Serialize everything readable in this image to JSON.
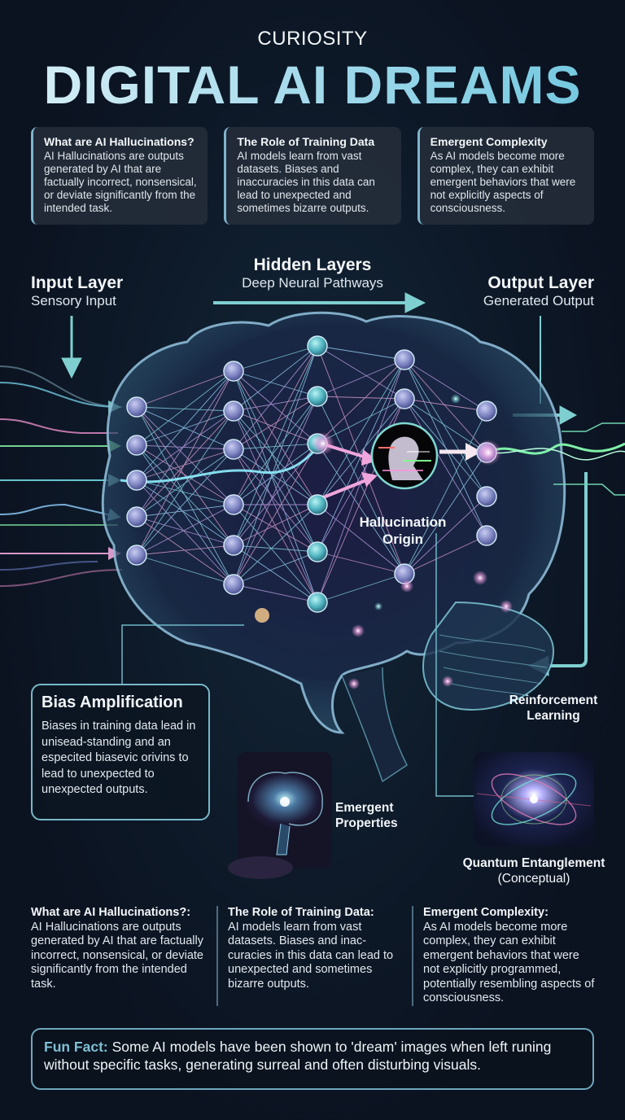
{
  "header": {
    "eyebrow": "CURIOSITY",
    "title": "DIGITAL AI DREAMS"
  },
  "top_cards": [
    {
      "heading": "What are AI Hallucinations?",
      "body": "AI Hallucinations are outputs generated by AI that are factually incorrect, nonsensical, or deviate significantly from the intended task."
    },
    {
      "heading": "The Role of Training Data",
      "body": "AI models learn from vast datasets. Biases and inaccuracies in this data can lead to unexpected and sometimes bizarre outputs."
    },
    {
      "heading": "Emergent Complexity",
      "body": "As AI models become more complex, they can exhibit emergent behaviors that were not explicitly aspects of consciousness."
    }
  ],
  "diagram": {
    "input_layer": {
      "title": "Input Layer",
      "subtitle": "Sensory Input"
    },
    "hidden_layers": {
      "title": "Hidden Layers",
      "subtitle": "Deep Neural Pathways"
    },
    "output_layer": {
      "title": "Output Layer",
      "subtitle": "Generated Output"
    },
    "hallucination": {
      "line1": "Hallucination",
      "line2": "Origin"
    },
    "reinforcement": {
      "line1": "Reinforcement",
      "line2": "Learning"
    },
    "emergent": {
      "line1": "Emergent",
      "line2": "Properties"
    },
    "quantum": {
      "line1": "Quantum Entanglement",
      "line2": "(Conceptual)"
    },
    "colors": {
      "accent": "#7fcfd6",
      "pink": "#e8a6d8",
      "green": "#7fe6a8",
      "node": "#9fa6d8"
    }
  },
  "bias_card": {
    "heading": "Bias Amplification",
    "body": "Biases in training data lead in unisead-standing and an especited biasevic orivins to lead to unexpected to unexpected outputs."
  },
  "bottom_cols": [
    {
      "heading": "What are AI Hallucinations?:",
      "body": "AI Hallucinations are outputs generated by AI that are factually incorrect, nonsensical, or deviate significantly from the intended task."
    },
    {
      "heading": "The Role of Training Data:",
      "body": "AI models learn from vast datasets. Biases and inac-curacies in this data can lead to unexpected and sometimes bizarre outputs."
    },
    {
      "heading": "Emergent Complexity:",
      "body": "As AI models become more complex, they can exhibit emergent behaviors that were not explicitly programmed, potentially resembling aspects of consciousness."
    }
  ],
  "fun_fact": {
    "label": "Fun Fact:",
    "text": " Some AI models have been shown to 'dream' images when left runing without specific tasks, generating surreal and often disturbing visuals."
  }
}
